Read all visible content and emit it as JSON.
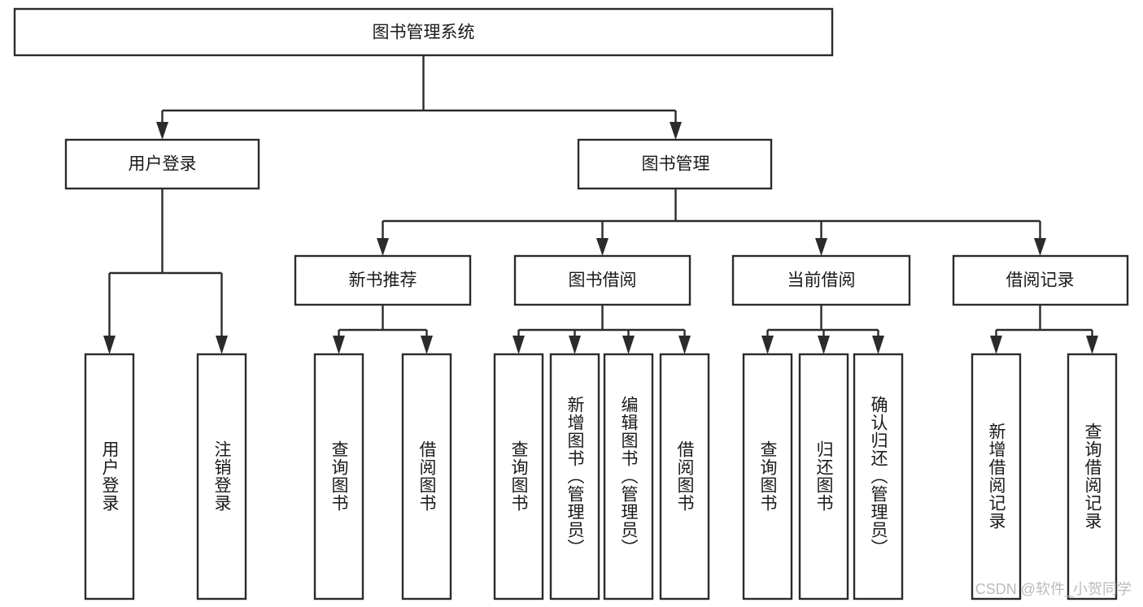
{
  "diagram": {
    "title": "图书管理系统",
    "type": "tree",
    "orientation": "top-down",
    "colors": {
      "stroke": "#2b2b2b",
      "node_fill": "#ffffff",
      "text": "#1a1a1a",
      "background": "#ffffff",
      "watermark": "#b9bcc0"
    },
    "root": {
      "id": "root",
      "label": "图书管理系统",
      "text_direction": "horizontal"
    },
    "level2": [
      {
        "id": "user-login",
        "label": "用户登录",
        "text_direction": "horizontal"
      },
      {
        "id": "book-manage",
        "label": "图书管理",
        "text_direction": "horizontal"
      }
    ],
    "level3": [
      {
        "id": "new-book-recommend",
        "label": "新书推荐",
        "text_direction": "horizontal",
        "parent": "book-manage"
      },
      {
        "id": "book-borrow",
        "label": "图书借阅",
        "text_direction": "horizontal",
        "parent": "book-manage"
      },
      {
        "id": "current-borrow",
        "label": "当前借阅",
        "text_direction": "horizontal",
        "parent": "book-manage"
      },
      {
        "id": "borrow-record",
        "label": "借阅记录",
        "text_direction": "horizontal",
        "parent": "book-manage"
      }
    ],
    "leaves": [
      {
        "id": "leaf-user-login",
        "label": "用户登录",
        "text_direction": "vertical",
        "parent": "user-login"
      },
      {
        "id": "leaf-logout-login",
        "label": "注销登录",
        "text_direction": "vertical",
        "parent": "user-login"
      },
      {
        "id": "leaf-query-book-1",
        "label": "查询图书",
        "text_direction": "vertical",
        "parent": "new-book-recommend"
      },
      {
        "id": "leaf-borrow-book-1",
        "label": "借阅图书",
        "text_direction": "vertical",
        "parent": "new-book-recommend"
      },
      {
        "id": "leaf-query-book-2",
        "label": "查询图书",
        "text_direction": "vertical",
        "parent": "book-borrow"
      },
      {
        "id": "leaf-add-book-admin",
        "label": "新增图书（管理员）",
        "text_direction": "vertical",
        "parent": "book-borrow"
      },
      {
        "id": "leaf-edit-book-admin",
        "label": "编辑图书（管理员）",
        "text_direction": "vertical",
        "parent": "book-borrow"
      },
      {
        "id": "leaf-borrow-book-2",
        "label": "借阅图书",
        "text_direction": "vertical",
        "parent": "book-borrow"
      },
      {
        "id": "leaf-query-book-3",
        "label": "查询图书",
        "text_direction": "vertical",
        "parent": "current-borrow"
      },
      {
        "id": "leaf-return-book",
        "label": "归还图书",
        "text_direction": "vertical",
        "parent": "current-borrow"
      },
      {
        "id": "leaf-confirm-return-admin",
        "label": "确认归还（管理员）",
        "text_direction": "vertical",
        "parent": "current-borrow"
      },
      {
        "id": "leaf-add-borrow-record",
        "label": "新增借阅记录",
        "text_direction": "vertical",
        "parent": "borrow-record"
      },
      {
        "id": "leaf-query-borrow-record",
        "label": "查询借阅记录",
        "text_direction": "vertical",
        "parent": "borrow-record"
      }
    ],
    "watermark": "CSDN @软件_小贺同学"
  }
}
